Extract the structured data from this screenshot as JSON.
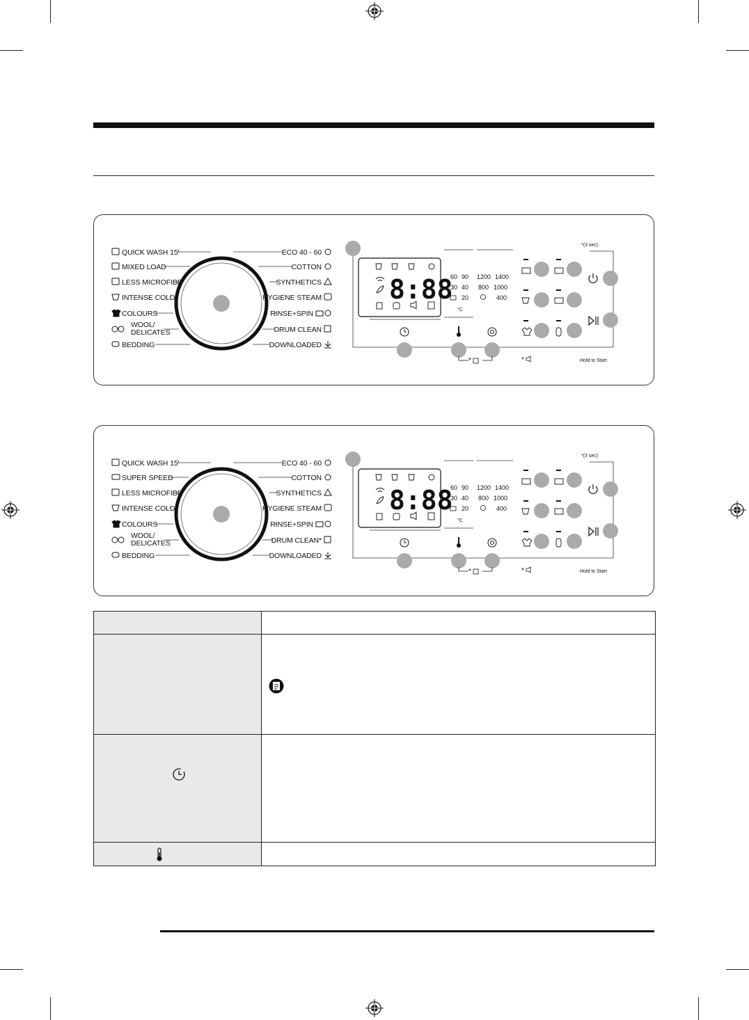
{
  "panel_a": {
    "programs_left": [
      "QUICK WASH 15'",
      "MIXED LOAD",
      "LESS MICROFIBER",
      "INTENSE COLD",
      "COLOURS",
      "WOOL/",
      "DELICATES",
      "BEDDING"
    ],
    "programs_right": [
      "ECO 40 - 60",
      "COTTON",
      "SYNTHETICS",
      "HYGIENE STEAM",
      "RINSE+SPIN",
      "DRUM CLEAN",
      "DOWNLOADED"
    ],
    "display_digits": "8:88",
    "temp_values": [
      "60",
      "90",
      "30",
      "40",
      "20"
    ],
    "temp_unit": "°C",
    "spin_values": [
      "1200",
      "1400",
      "800",
      "1000",
      "400"
    ],
    "hold_note": "*(3 sec)",
    "hold_to_start": "Hold to Start",
    "star": "*"
  },
  "panel_b": {
    "programs_left": [
      "QUICK WASH 15'",
      "SUPER SPEED",
      "LESS MICROFIBER",
      "INTENSE COLD",
      "COLOURS",
      "WOOL/",
      "DELICATES",
      "BEDDING"
    ],
    "programs_right": [
      "ECO 40 - 60",
      "COTTON",
      "SYNTHETICS",
      "HYGIENE STEAM",
      "RINSE+SPIN",
      "DRUM CLEAN*",
      "DOWNLOADED"
    ],
    "display_digits": "8:88",
    "temp_values": [
      "60",
      "90",
      "30",
      "40",
      "20"
    ],
    "temp_unit": "°C",
    "spin_values": [
      "1200",
      "1400",
      "800",
      "1000",
      "400"
    ],
    "hold_note": "*(3 sec)",
    "hold_to_start": "Hold to Start",
    "star": "*"
  },
  "table_icons": [
    "note-icon",
    "timer-icon",
    "thermometer-icon"
  ]
}
